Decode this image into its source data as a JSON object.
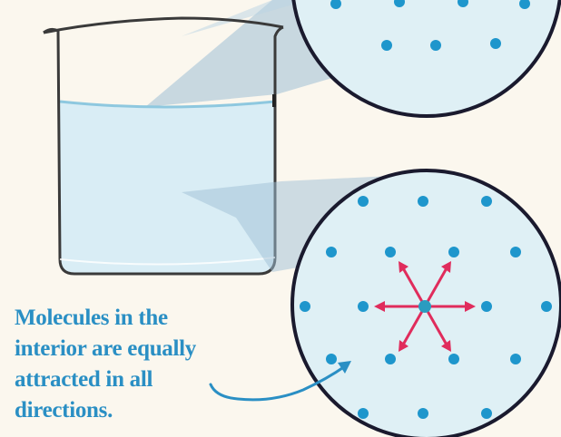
{
  "caption": {
    "lines": [
      "Molecules in the",
      "interior are equally",
      "attracted in all",
      "directions."
    ]
  },
  "colors": {
    "background": "#fbf7ee",
    "water": "#d9edf5",
    "water_surface": "#8ec8df",
    "circle_fill": "#dff0f5",
    "circle_stroke": "#1a1a2e",
    "molecule": "#1e96cc",
    "center_molecule": "#2a9cc0",
    "force_arrow": "#e02c5c",
    "caption_text": "#2a8fc4",
    "pointer_arrow": "#2a8fc4"
  },
  "icons": {
    "force_arrows": "six-direction-arrows-icon",
    "pointer": "curved-arrow-icon"
  }
}
